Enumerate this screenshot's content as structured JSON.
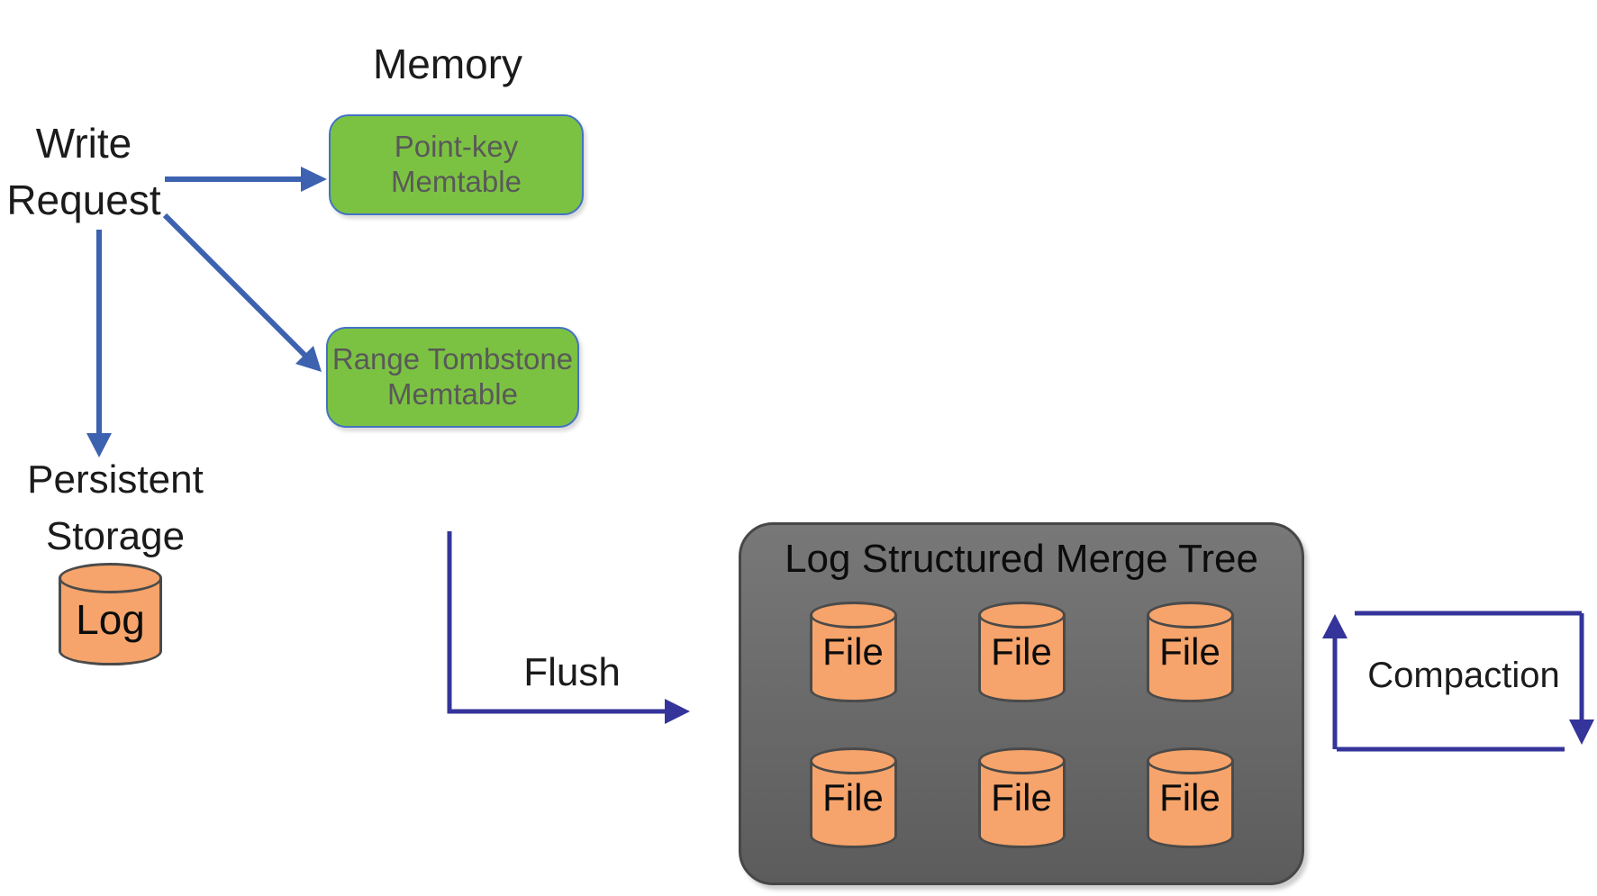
{
  "title": "LSM-tree write path diagram",
  "labels": {
    "memory": "Memory",
    "write_request": "Write\nRequest",
    "persistent_storage": "Persistent\nStorage",
    "log": "Log",
    "flush": "Flush",
    "compaction": "Compaction",
    "lsm_title": "Log Structured Merge Tree"
  },
  "memtables": [
    {
      "label": "Point-key\nMemtable"
    },
    {
      "label": "Range Tombstone\nMemtable"
    }
  ],
  "lsm_files": {
    "rows": [
      {
        "cells": [
          "File",
          "File",
          "File"
        ]
      },
      {
        "cells": [
          "File",
          "File",
          "File"
        ]
      }
    ]
  },
  "colors": {
    "write_arrow": "#3c62b0",
    "flow_arrow": "#34349a",
    "memtable_fill": "#7cc242",
    "memtable_border": "#4472c4",
    "memtable_text": "#595959",
    "lsm_box_fill": "#6c6c6c",
    "lsm_box_border": "#474747",
    "cylinder_fill": "#f6a46b",
    "cylinder_border": "#4a4a4a"
  }
}
